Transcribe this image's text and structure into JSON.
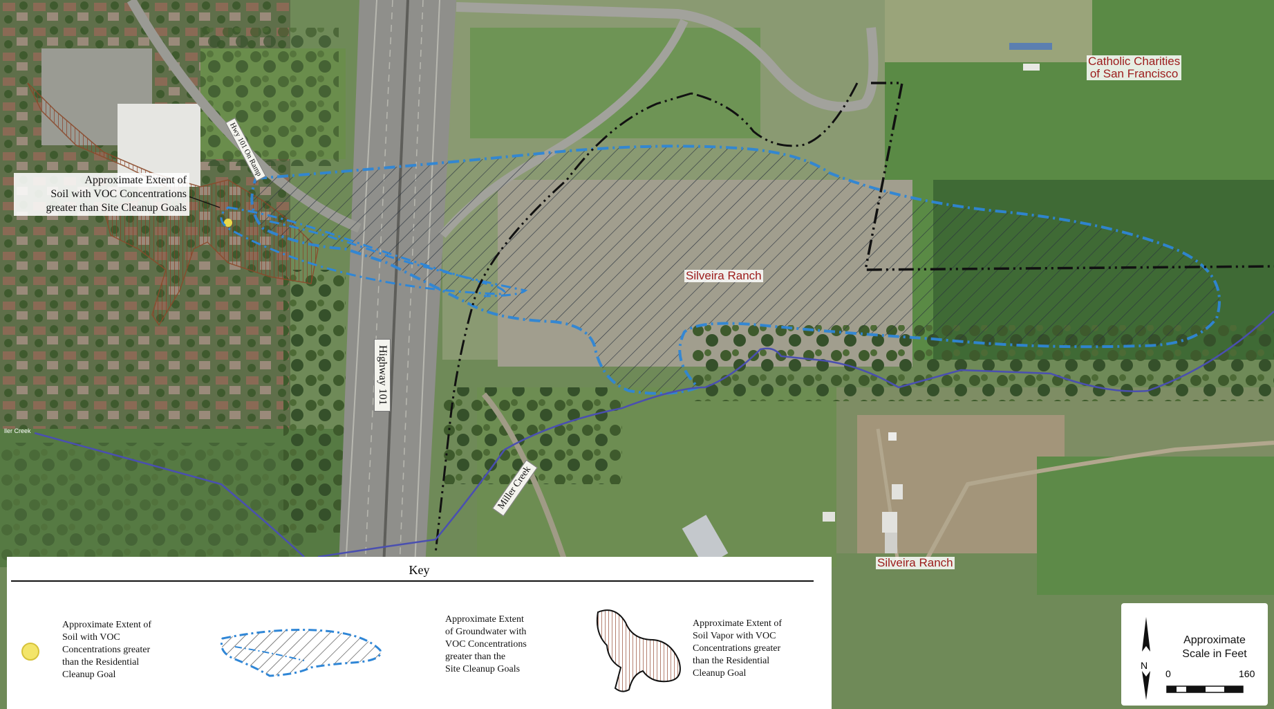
{
  "map": {
    "labels": {
      "catholic_charities": [
        "Catholic Charities",
        "of San Francisco"
      ],
      "silveira_ranch_center": "Silveira Ranch",
      "silveira_ranch_lower": "Silveira Ranch",
      "on_ramp": "Hwy 101 On Ramp",
      "highway": "Highway 101",
      "miller_creek": "Miller Creek",
      "creek_left": "ller Creek",
      "soil_callout": [
        "Approximate Extent of",
        "Soil with VOC Concentrations",
        "greater than Site Cleanup Goals"
      ]
    },
    "colors": {
      "groundwater_plume": "#2f86d6",
      "soil_vapor": "#8b4a2b",
      "creek": "#4a4fb0",
      "boundary": "#111111",
      "label_red": "#9c1b1b"
    }
  },
  "key": {
    "title": "Key",
    "items": [
      {
        "symbol": "yellow-soil-marker-icon",
        "lines": [
          "Approximate Extent of",
          "Soil with VOC",
          "Concentrations greater",
          "than the Residential",
          "Cleanup Goal"
        ]
      },
      {
        "symbol": "groundwater-plume-icon",
        "lines": [
          "Approximate Extent",
          "of Groundwater with",
          "VOC Concentrations",
          "greater than the",
          "Site Cleanup Goals"
        ]
      },
      {
        "symbol": "soil-vapor-icon",
        "lines": [
          "Approximate Extent of",
          "Soil Vapor with VOC",
          "Concentrations greater",
          "than the Residential",
          "Cleanup Goal"
        ]
      }
    ]
  },
  "scale": {
    "north": "N",
    "title": [
      "Approximate",
      "Scale in Feet"
    ],
    "min": "0",
    "max": "160"
  }
}
